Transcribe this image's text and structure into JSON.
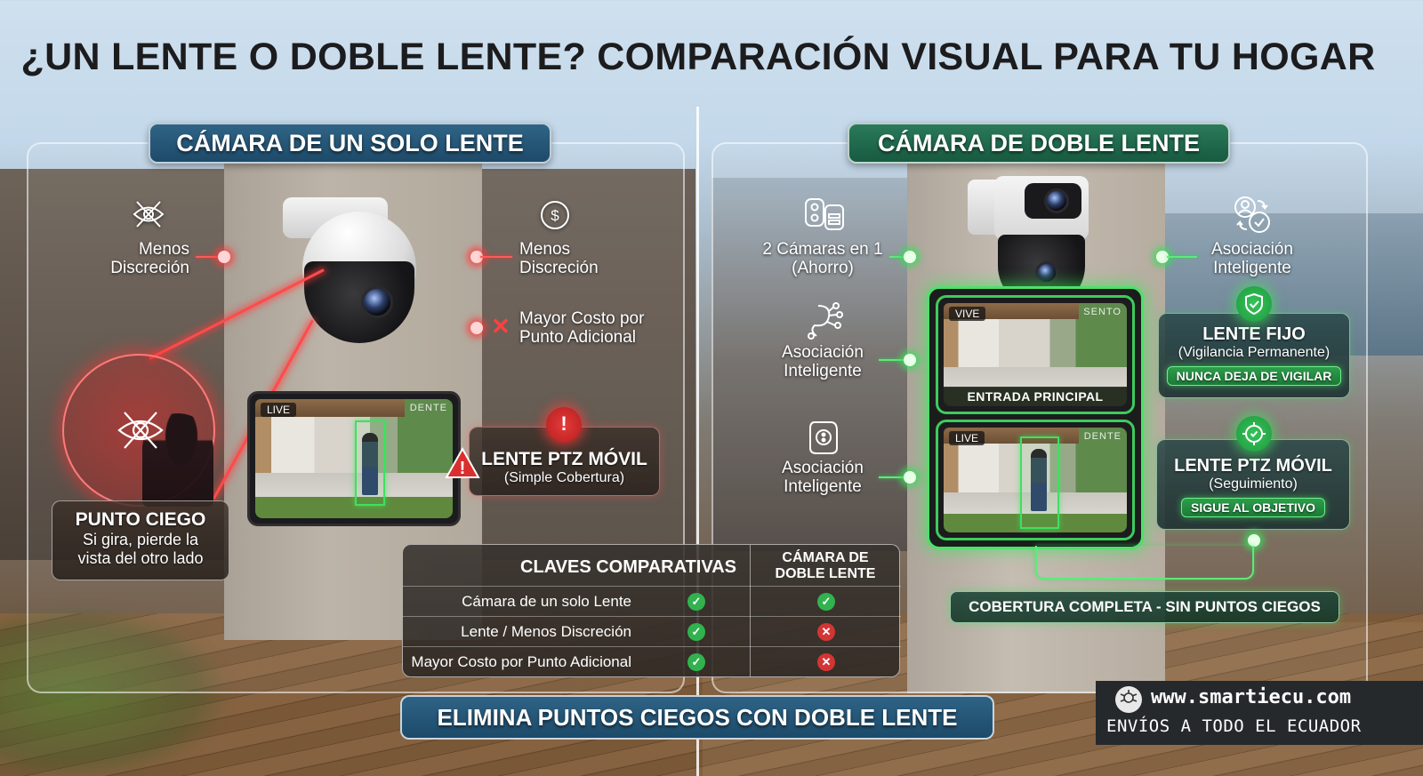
{
  "title": "¿UN LENTE O DOBLE LENTE? COMPARACIÓN VISUAL PARA TU HOGAR",
  "single_lens": {
    "section_title": "CÁMARA DE UN SOLO LENTE",
    "features": [
      {
        "icon": "eye-slash-icon",
        "label_line1": "Menos",
        "label_line2": "Discreción"
      },
      {
        "icon": "dollar-circle-icon",
        "label_line1": "Menos",
        "label_line2": "Discreción"
      },
      {
        "icon": "x-mark-icon",
        "label_line1": "Mayor Costo por",
        "label_line2": "Punto Adicional"
      }
    ],
    "blind_spot": {
      "icon": "eye-slash-icon",
      "title": "PUNTO CIEGO",
      "line1": "Si gira, pierde la",
      "line2": "vista del otro lado"
    },
    "monitor": {
      "live_tag": "LIVE",
      "brand_tag": "DENTE"
    },
    "ptz": {
      "icon": "warning-icon",
      "title": "LENTE PTZ MÓVIL",
      "subtitle": "(Simple Cobertura)"
    },
    "accent_color": "#e53a3a"
  },
  "dual_lens": {
    "section_title": "CÁMARA DE DOBLE LENTE",
    "features": [
      {
        "icon": "two-cameras-icon",
        "label_line1": "2 Cámaras en 1",
        "label_line2": "(Ahorro)"
      },
      {
        "icon": "network-nodes-icon",
        "label_line1": "Asociación",
        "label_line2": "Inteligente"
      },
      {
        "icon": "camera-device-icon",
        "label_line1": "Asociación",
        "label_line2": "Inteligente"
      },
      {
        "icon": "user-sync-check-icon",
        "label_line1": "Asociación",
        "label_line2": "Inteligente"
      }
    ],
    "monitor_top": {
      "live_tag": "VIVE",
      "brand_tag": "SENTO",
      "caption": "ENTRADA PRINCIPAL"
    },
    "monitor_bottom": {
      "live_tag": "LIVE",
      "brand_tag": "DENTE"
    },
    "fixed_lens": {
      "icon": "shield-check-icon",
      "title": "LENTE FIJO",
      "subtitle": "(Vigilancia Permanente)",
      "pill": "NUNCA DEJA DE VIGILAR"
    },
    "ptz": {
      "icon": "target-icon",
      "title": "LENTE PTZ MÓVIL",
      "subtitle": "(Seguimiento)",
      "pill": "SIGUE AL OBJETIVO"
    },
    "coverage_banner": "COBERTURA COMPLETA - SIN PUNTOS CIEGOS",
    "accent_color": "#3fe05f"
  },
  "comparison_table": {
    "header_left": "CLAVES COMPARATIVAS",
    "header_right_line1": "CÁMARA DE",
    "header_right_line2": "DOBLE LENTE",
    "rows": [
      {
        "label": "Cámara de un solo Lente",
        "single": "check",
        "dual": "check",
        "single_glyph": "✓",
        "dual_glyph": "✓"
      },
      {
        "label": "Lente / Menos Discreción",
        "single": "check",
        "dual": "cross",
        "single_glyph": "✓",
        "dual_glyph": "✕"
      },
      {
        "label": "Mayor Costo por Punto Adicional",
        "single": "check",
        "dual": "cross",
        "single_glyph": "✓",
        "dual_glyph": "✕"
      }
    ]
  },
  "bottom_banner": "ELIMINA PUNTOS CIEGOS CON DOBLE LENTE",
  "brand": {
    "url": "www.smartiecu.com",
    "shipping": "ENVÍOS A TODO EL ECUADOR"
  }
}
